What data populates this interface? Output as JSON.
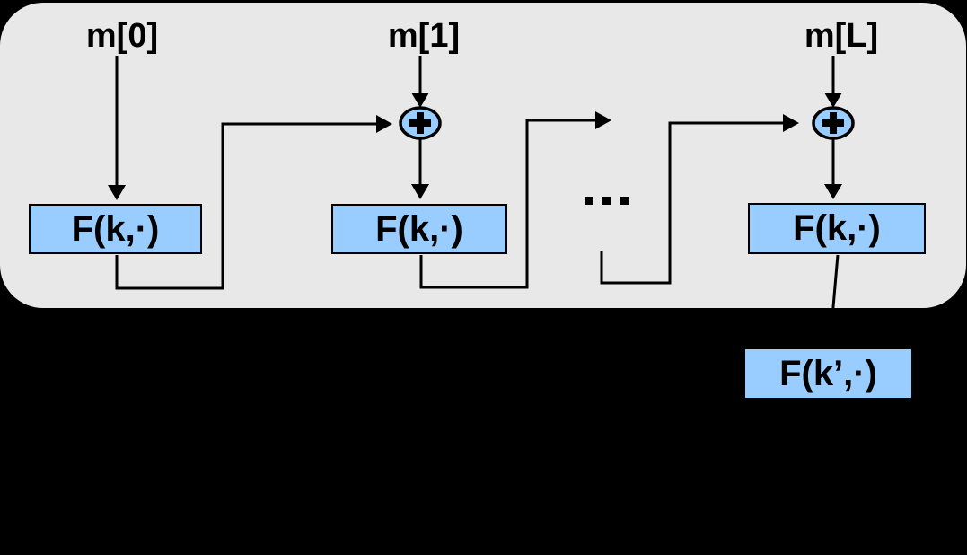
{
  "diagram": {
    "kind": "cascade-prf-construction",
    "stages": [
      {
        "input_label": "m[0]",
        "box_label": "F(k,·)",
        "has_xor": false
      },
      {
        "input_label": "m[1]",
        "box_label": "F(k,·)",
        "has_xor": true
      },
      {
        "input_label": "m[L]",
        "box_label": "F(k,·)",
        "has_xor": true
      }
    ],
    "ellipsis": "...",
    "final_box": {
      "label": "F(k’,·)"
    },
    "icons": {
      "xor": "+",
      "ellipsis": "..."
    },
    "colors": {
      "background": "#000000",
      "panel_fill": "#e8e8e8",
      "box_fill": "#99ccff",
      "stroke": "#000000"
    }
  }
}
